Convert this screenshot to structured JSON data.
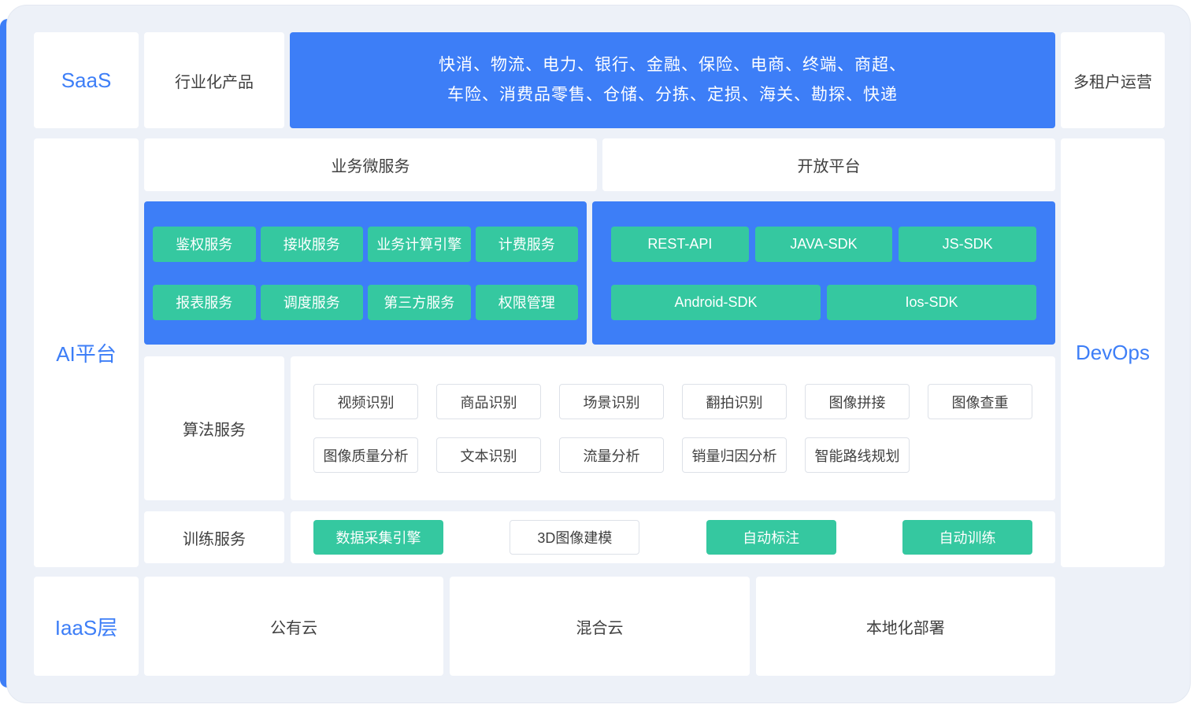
{
  "palette": {
    "blue": "#3D7EF7",
    "green": "#35C8A0",
    "background": "#EDF1F8",
    "label_blue_text": "#3D7EF7"
  },
  "saas": {
    "label": "SaaS",
    "product": "行业化产品",
    "industries_line1": "快消、物流、电力、银行、金融、保险、电商、终端、商超、",
    "industries_line2": "车险、消费品零售、仓储、分拣、定损、海关、勘探、快递",
    "tenant": "多租户运营"
  },
  "ai": {
    "label": "AI平台",
    "devops": "DevOps",
    "biz_header": "业务微服务",
    "open_header": "开放平台",
    "biz_row1": [
      "鉴权服务",
      "接收服务",
      "业务计算引擎",
      "计费服务"
    ],
    "biz_row2": [
      "报表服务",
      "调度服务",
      "第三方服务",
      "权限管理"
    ],
    "open_row1": [
      "REST-API",
      "JAVA-SDK",
      "JS-SDK"
    ],
    "open_row2": [
      "Android-SDK",
      "Ios-SDK"
    ],
    "algo_label": "算法服务",
    "algo_row1": [
      "视频识别",
      "商品识别",
      "场景识别",
      "翻拍识别",
      "图像拼接",
      "图像查重"
    ],
    "algo_row2": [
      "图像质量分析",
      "文本识别",
      "流量分析",
      "销量归因分析",
      "智能路线规划"
    ],
    "training_label": "训练服务",
    "training": [
      "数据采集引擎",
      "3D图像建模",
      "自动标注",
      "自动训练"
    ]
  },
  "iaas": {
    "label": "IaaS层",
    "items": [
      "公有云",
      "混合云",
      "本地化部署"
    ]
  }
}
